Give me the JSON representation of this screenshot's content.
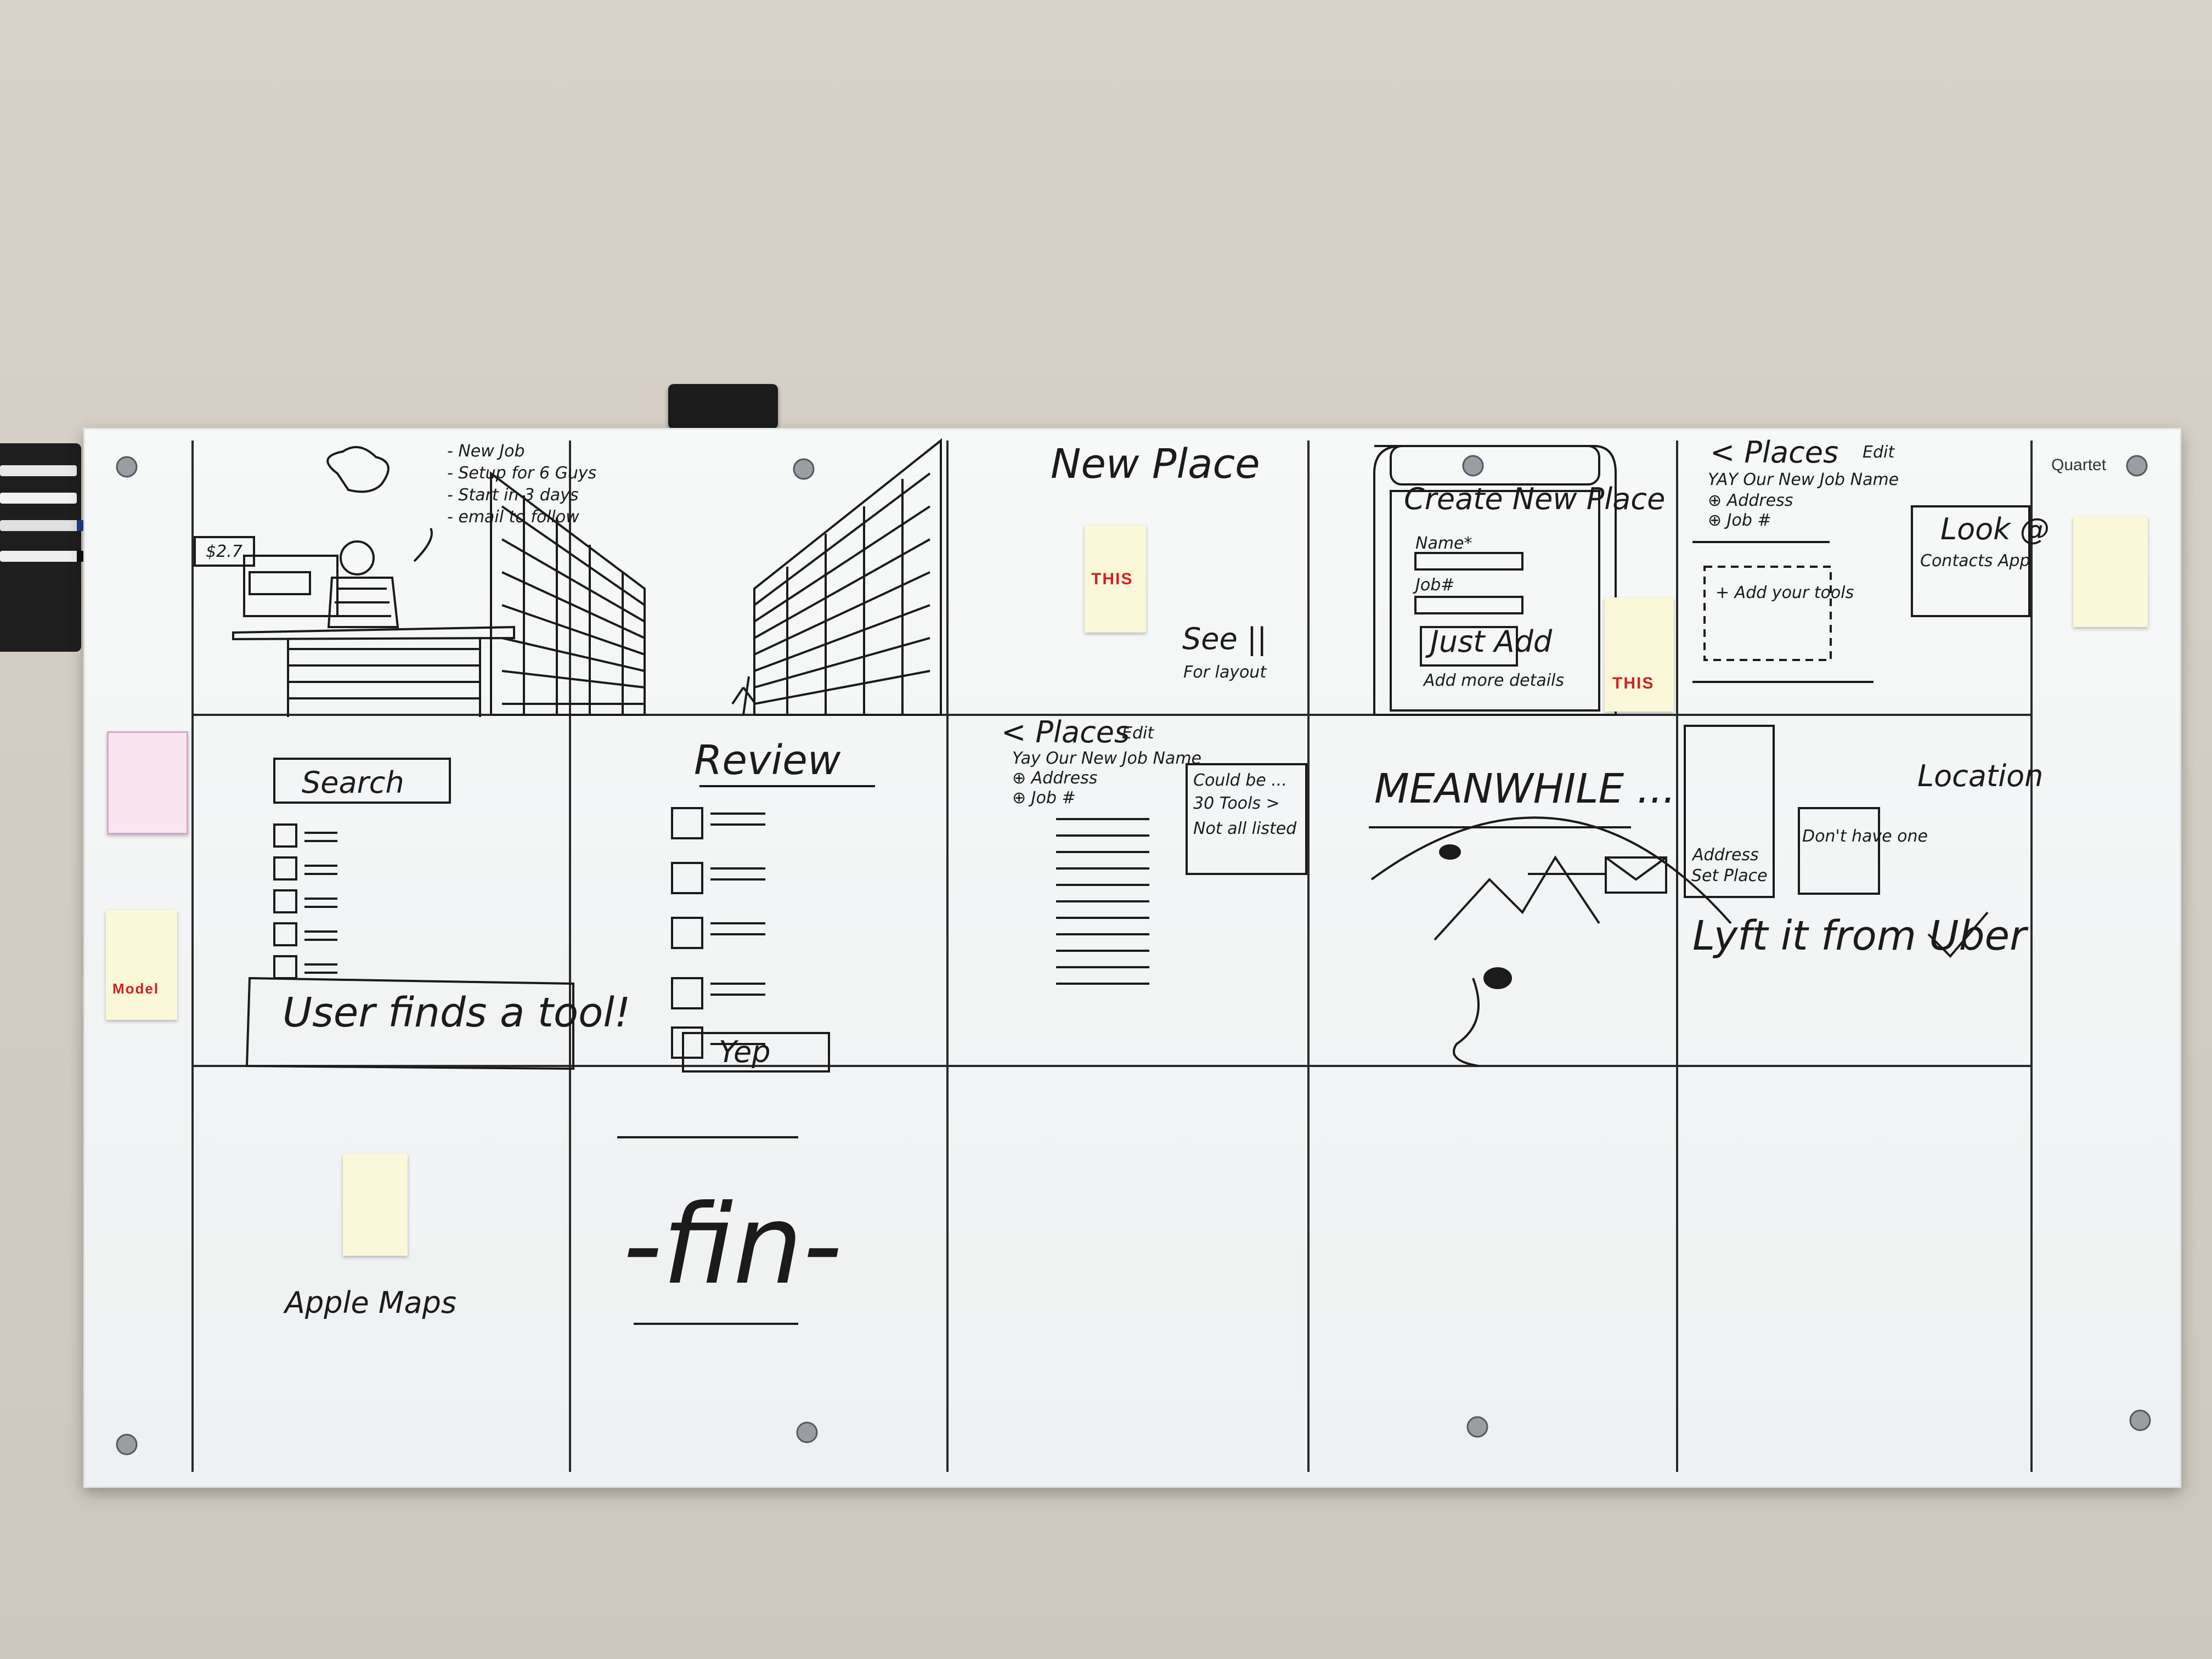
{
  "brand": "Quartet",
  "panel1": {
    "price": "$2.7",
    "notes": [
      "- New Job",
      "- Setup for 6 Guys",
      "- Start in 3 days",
      "- email to follow"
    ]
  },
  "panel3": {
    "title": "New Place",
    "note": "See ||",
    "note2": "For layout",
    "sticky_text": "THIS"
  },
  "panel4": {
    "title": "Create New Place",
    "name_label": "Name*",
    "job_label": "Job#",
    "button": "Just Add",
    "link": "Add more details",
    "sticky_text": "THIS"
  },
  "panel5": {
    "back": "< Places",
    "edit": "Edit",
    "job_name": "YAY Our New Job Name",
    "address": "⊕ Address",
    "job_no": "⊕ Job #",
    "add_tools": "+ Add your tools",
    "look": "Look @",
    "contacts": "Contacts App"
  },
  "panel6": {
    "search": "Search",
    "caption": "User finds a tool!"
  },
  "panel7": {
    "title": "Review",
    "button": "Yep"
  },
  "panel8": {
    "back": "< Places",
    "edit": "Edit",
    "job_name": "Yay Our New Job Name",
    "address": "⊕ Address",
    "job_no": "⊕ Job #",
    "callout": [
      "Could be ...",
      "30 Tools >",
      "Not all listed"
    ]
  },
  "panel9": {
    "title": "MEANWHILE ..."
  },
  "panel10": {
    "address": "Address",
    "button": "Set Place",
    "dont": "Don't have one",
    "location": "Location",
    "caption": "Lyft it from Uber"
  },
  "panel11": {
    "caption": "Apple Maps"
  },
  "panel12": {
    "title": "-fin-"
  },
  "side": {
    "sticky_label": "Model"
  }
}
